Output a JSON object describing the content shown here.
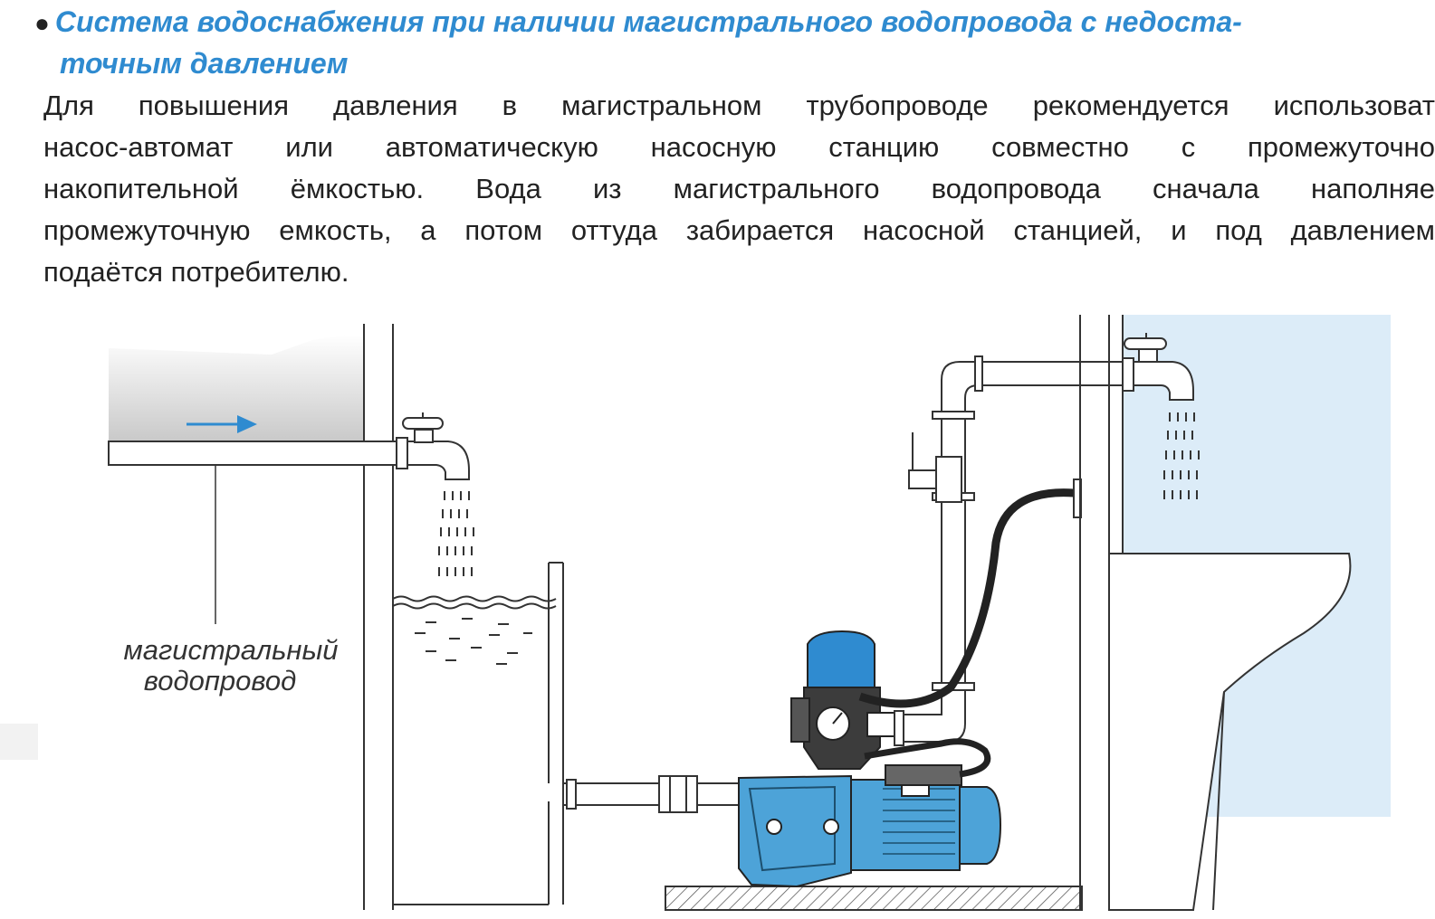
{
  "heading": {
    "bullet": "●",
    "line1": "Система водоснабжения при наличии магистрального водопровода с недоста-",
    "line2": "точным давлением"
  },
  "paragraph": {
    "lines": [
      "Для повышения давления в магистральном трубопроводе рекомендуется использоват",
      "насос-автомат или автоматическую насосную станцию совместно с промежуточно",
      "накопительной ёмкостью. Вода из магистрального водопровода сначала наполняе",
      "промежуточную емкость, а потом оттуда забирается насосной станцией, и под давлением",
      "подаётся потребителю."
    ]
  },
  "diagram": {
    "main_pipe_label_line1": "магистральный",
    "main_pipe_label_line2": "водопровод",
    "colors": {
      "accent_blue": "#2f8bd0",
      "pump_blue": "#4da3d8",
      "wall_light_blue": "#dcecf8",
      "line": "#333333"
    },
    "icons": [
      "flow-arrow-icon",
      "faucet-icon",
      "pump-station-icon",
      "pressure-gauge-icon",
      "ball-valve-icon",
      "sink-icon"
    ]
  }
}
